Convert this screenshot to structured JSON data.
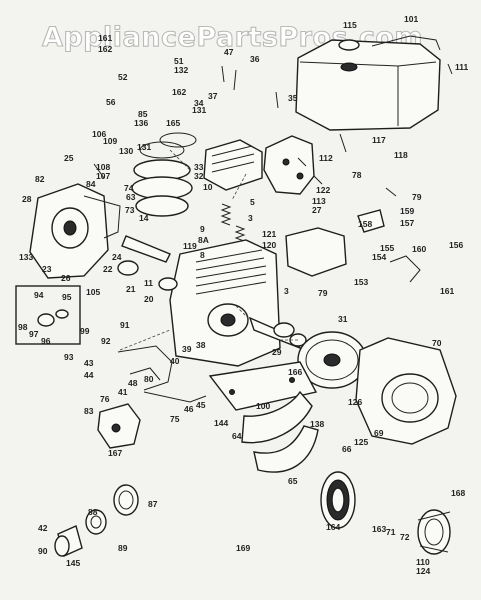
{
  "watermark": "AppliancePartsPros.com",
  "labels": [
    {
      "text": "115"
    },
    {
      "text": "101"
    },
    {
      "text": "161"
    },
    {
      "text": "162"
    },
    {
      "text": "47"
    },
    {
      "text": "36"
    },
    {
      "text": "111"
    },
    {
      "text": "52"
    },
    {
      "text": "51"
    },
    {
      "text": "132"
    },
    {
      "text": "162"
    },
    {
      "text": "37"
    },
    {
      "text": "35"
    },
    {
      "text": "56"
    },
    {
      "text": "85"
    },
    {
      "text": "136"
    },
    {
      "text": "165"
    },
    {
      "text": "131"
    },
    {
      "text": "34"
    },
    {
      "text": "106"
    },
    {
      "text": "109"
    },
    {
      "text": "130"
    },
    {
      "text": "131"
    },
    {
      "text": "25"
    },
    {
      "text": "108"
    },
    {
      "text": "107"
    },
    {
      "text": "82"
    },
    {
      "text": "84"
    },
    {
      "text": "74"
    },
    {
      "text": "28"
    },
    {
      "text": "63"
    },
    {
      "text": "73"
    },
    {
      "text": "14"
    },
    {
      "text": "117"
    },
    {
      "text": "112"
    },
    {
      "text": "118"
    },
    {
      "text": "78"
    },
    {
      "text": "122"
    },
    {
      "text": "113"
    },
    {
      "text": "27"
    },
    {
      "text": "79"
    },
    {
      "text": "33"
    },
    {
      "text": "32"
    },
    {
      "text": "10"
    },
    {
      "text": "5"
    },
    {
      "text": "3"
    },
    {
      "text": "121"
    },
    {
      "text": "120"
    },
    {
      "text": "158"
    },
    {
      "text": "159"
    },
    {
      "text": "157"
    },
    {
      "text": "155"
    },
    {
      "text": "154"
    },
    {
      "text": "153"
    },
    {
      "text": "160"
    },
    {
      "text": "156"
    },
    {
      "text": "161"
    },
    {
      "text": "133"
    },
    {
      "text": "23"
    },
    {
      "text": "26"
    },
    {
      "text": "24"
    },
    {
      "text": "22"
    },
    {
      "text": "21"
    },
    {
      "text": "105"
    },
    {
      "text": "119"
    },
    {
      "text": "11"
    },
    {
      "text": "20"
    },
    {
      "text": "9"
    },
    {
      "text": "8A"
    },
    {
      "text": "8"
    },
    {
      "text": "3"
    },
    {
      "text": "79"
    },
    {
      "text": "94"
    },
    {
      "text": "95"
    },
    {
      "text": "98"
    },
    {
      "text": "97"
    },
    {
      "text": "96"
    },
    {
      "text": "99"
    },
    {
      "text": "92"
    },
    {
      "text": "91"
    },
    {
      "text": "93"
    },
    {
      "text": "43"
    },
    {
      "text": "44"
    },
    {
      "text": "41"
    },
    {
      "text": "40"
    },
    {
      "text": "39"
    },
    {
      "text": "38"
    },
    {
      "text": "80"
    },
    {
      "text": "48"
    },
    {
      "text": "76"
    },
    {
      "text": "83"
    },
    {
      "text": "167"
    },
    {
      "text": "75"
    },
    {
      "text": "46"
    },
    {
      "text": "45"
    },
    {
      "text": "100"
    },
    {
      "text": "144"
    },
    {
      "text": "64"
    },
    {
      "text": "31"
    },
    {
      "text": "29"
    },
    {
      "text": "166"
    },
    {
      "text": "70"
    },
    {
      "text": "126"
    },
    {
      "text": "138"
    },
    {
      "text": "125"
    },
    {
      "text": "69"
    },
    {
      "text": "66"
    },
    {
      "text": "65"
    },
    {
      "text": "88"
    },
    {
      "text": "87"
    },
    {
      "text": "42"
    },
    {
      "text": "90"
    },
    {
      "text": "89"
    },
    {
      "text": "145"
    },
    {
      "text": "164"
    },
    {
      "text": "163"
    },
    {
      "text": "71"
    },
    {
      "text": "72"
    },
    {
      "text": "168"
    },
    {
      "text": "110"
    },
    {
      "text": "124"
    },
    {
      "text": "169"
    }
  ]
}
